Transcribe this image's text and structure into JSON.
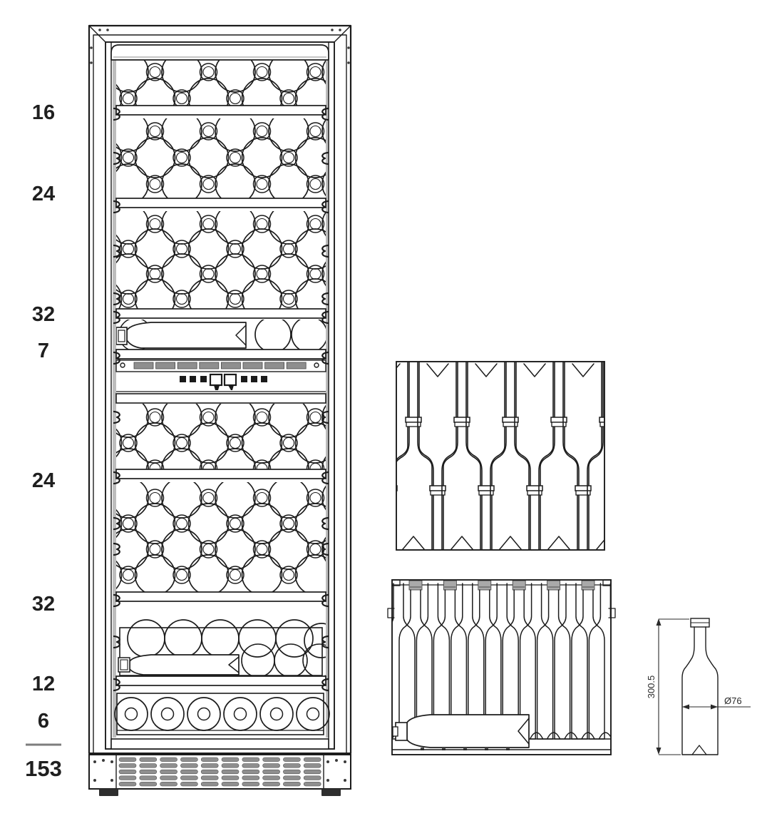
{
  "figure": {
    "type": "technical-line-drawing",
    "subject": "Wine cabinet front view with per-shelf bottle capacities, shelf detail views and single bottle dimensions"
  },
  "cabinet": {
    "sections": [
      {
        "capacity": "16",
        "arrangement": "rack-stacked",
        "rows": 2
      },
      {
        "capacity": "24",
        "arrangement": "rack-stacked",
        "rows": 3
      },
      {
        "capacity": "32",
        "arrangement": "rack-stacked",
        "rows": 4
      },
      {
        "capacity": "7",
        "arrangement": "display-shelf-lying-bottle",
        "rows": 1
      },
      {
        "capacity": "24",
        "arrangement": "rack-stacked",
        "rows": 3
      },
      {
        "capacity": "32",
        "arrangement": "rack-stacked",
        "rows": 4
      },
      {
        "capacity": "12",
        "arrangement": "basket-lying-bottle",
        "rows": 2
      },
      {
        "capacity": "6",
        "arrangement": "upright-bottles",
        "rows": 1
      }
    ],
    "total": "153",
    "has_control_panel": true,
    "has_vent_grille": true,
    "has_dual_zone_divider": true
  },
  "details": {
    "top_view": {
      "description": "shelf seen from above with alternating head-to-toe bottles"
    },
    "front_view": {
      "description": "shelf seen from front with upright bottles and one lying bottle"
    }
  },
  "dimensions": {
    "bottle_height": "300.5",
    "bottle_diameter": "Ø76"
  },
  "colors": {
    "line": "#1c1c1c",
    "shade": "#9a9a9a",
    "slat": "#8f8f8f",
    "fill": "#ffffff",
    "button_dark": "#1a1a1a"
  }
}
